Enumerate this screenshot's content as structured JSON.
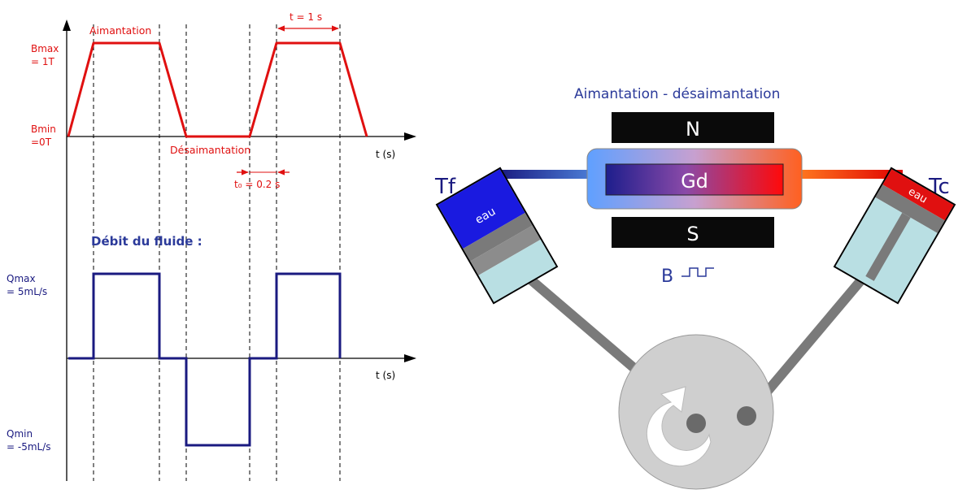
{
  "colors": {
    "field": "#e01010",
    "flow": "#1a1a80",
    "title_blue": "#2b3a9a",
    "magnet": "#0a0a0a",
    "cold": "#1a1ae0",
    "hot": "#e01010",
    "water": "#b9dfe3",
    "gray": "#7a7a7a",
    "wheel": "#cfcfcf"
  },
  "field_chart": {
    "bmax_line1": "Bmax",
    "bmax_line2": "= 1T",
    "bmin_line1": "Bmin",
    "bmin_line2": "=0T",
    "label_magnetization": "Aimantation",
    "label_demagnetization": "Désaimantation",
    "t_label": "t = 1 s",
    "t0_label": "t₀ = 0.2 s",
    "axis_label": "t (s)"
  },
  "flow_chart": {
    "title": "Débit du fluide :",
    "qmax_line1": "Qmax",
    "qmax_line2": "= 5mL/s",
    "qmin_line1": "Qmin",
    "qmin_line2": "= -5mL/s",
    "axis_label": "t (s)"
  },
  "device": {
    "title": "Aimantation - désaimantation",
    "magnet_north": "N",
    "magnet_south": "S",
    "material": "Gd",
    "field_symbol": "B",
    "cold_label": "Tf",
    "hot_label": "Tc",
    "water_left": "eau",
    "water_right": "eau"
  }
}
